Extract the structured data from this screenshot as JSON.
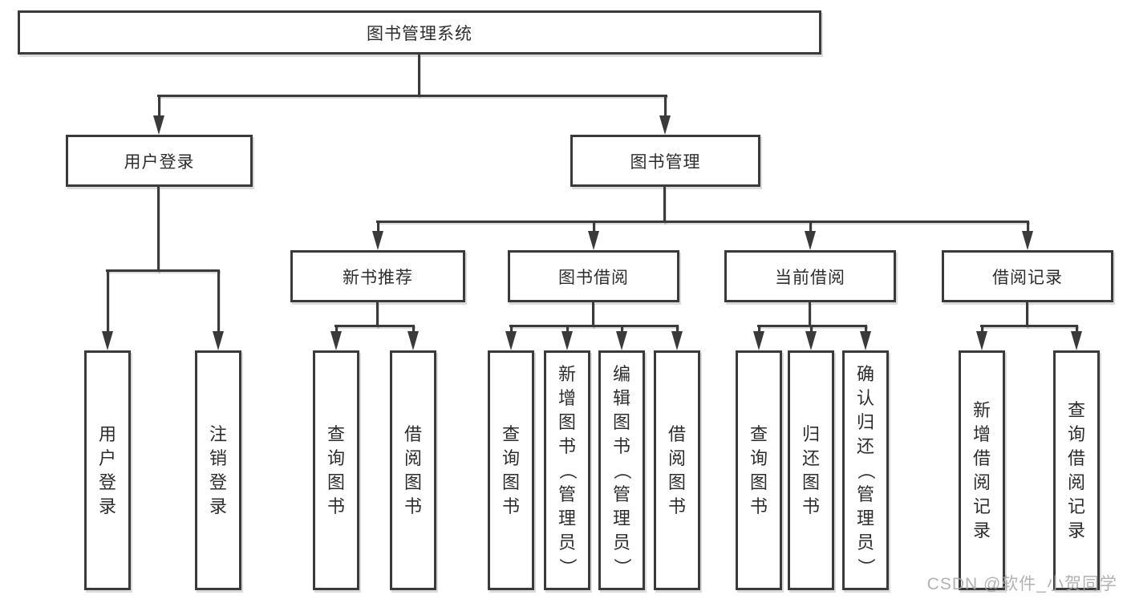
{
  "diagram_title": "图书管理系统",
  "watermark": "CSDN @软件_小贺同学",
  "colors": {
    "line": "#3a3a3a",
    "text": "#2d2d2d",
    "box_fill": "#ffffff",
    "watermark": "#a5a5a5",
    "background": "#ffffff"
  },
  "tree": {
    "label": "图书管理系统",
    "children": [
      {
        "label": "用户登录",
        "children": [
          {
            "label": "用户登录"
          },
          {
            "label": "注销登录"
          }
        ]
      },
      {
        "label": "图书管理",
        "children": [
          {
            "label": "新书推荐",
            "children": [
              {
                "label": "查询图书"
              },
              {
                "label": "借阅图书"
              }
            ]
          },
          {
            "label": "图书借阅",
            "children": [
              {
                "label": "查询图书"
              },
              {
                "label": "新增图书（管理员）"
              },
              {
                "label": "编辑图书（管理员）"
              },
              {
                "label": "借阅图书"
              }
            ]
          },
          {
            "label": "当前借阅",
            "children": [
              {
                "label": "查询图书"
              },
              {
                "label": "归还图书"
              },
              {
                "label": "确认归还（管理员）"
              }
            ]
          },
          {
            "label": "借阅记录",
            "children": [
              {
                "label": "新增借阅记录"
              },
              {
                "label": "查询借阅记录"
              }
            ]
          }
        ]
      }
    ]
  }
}
